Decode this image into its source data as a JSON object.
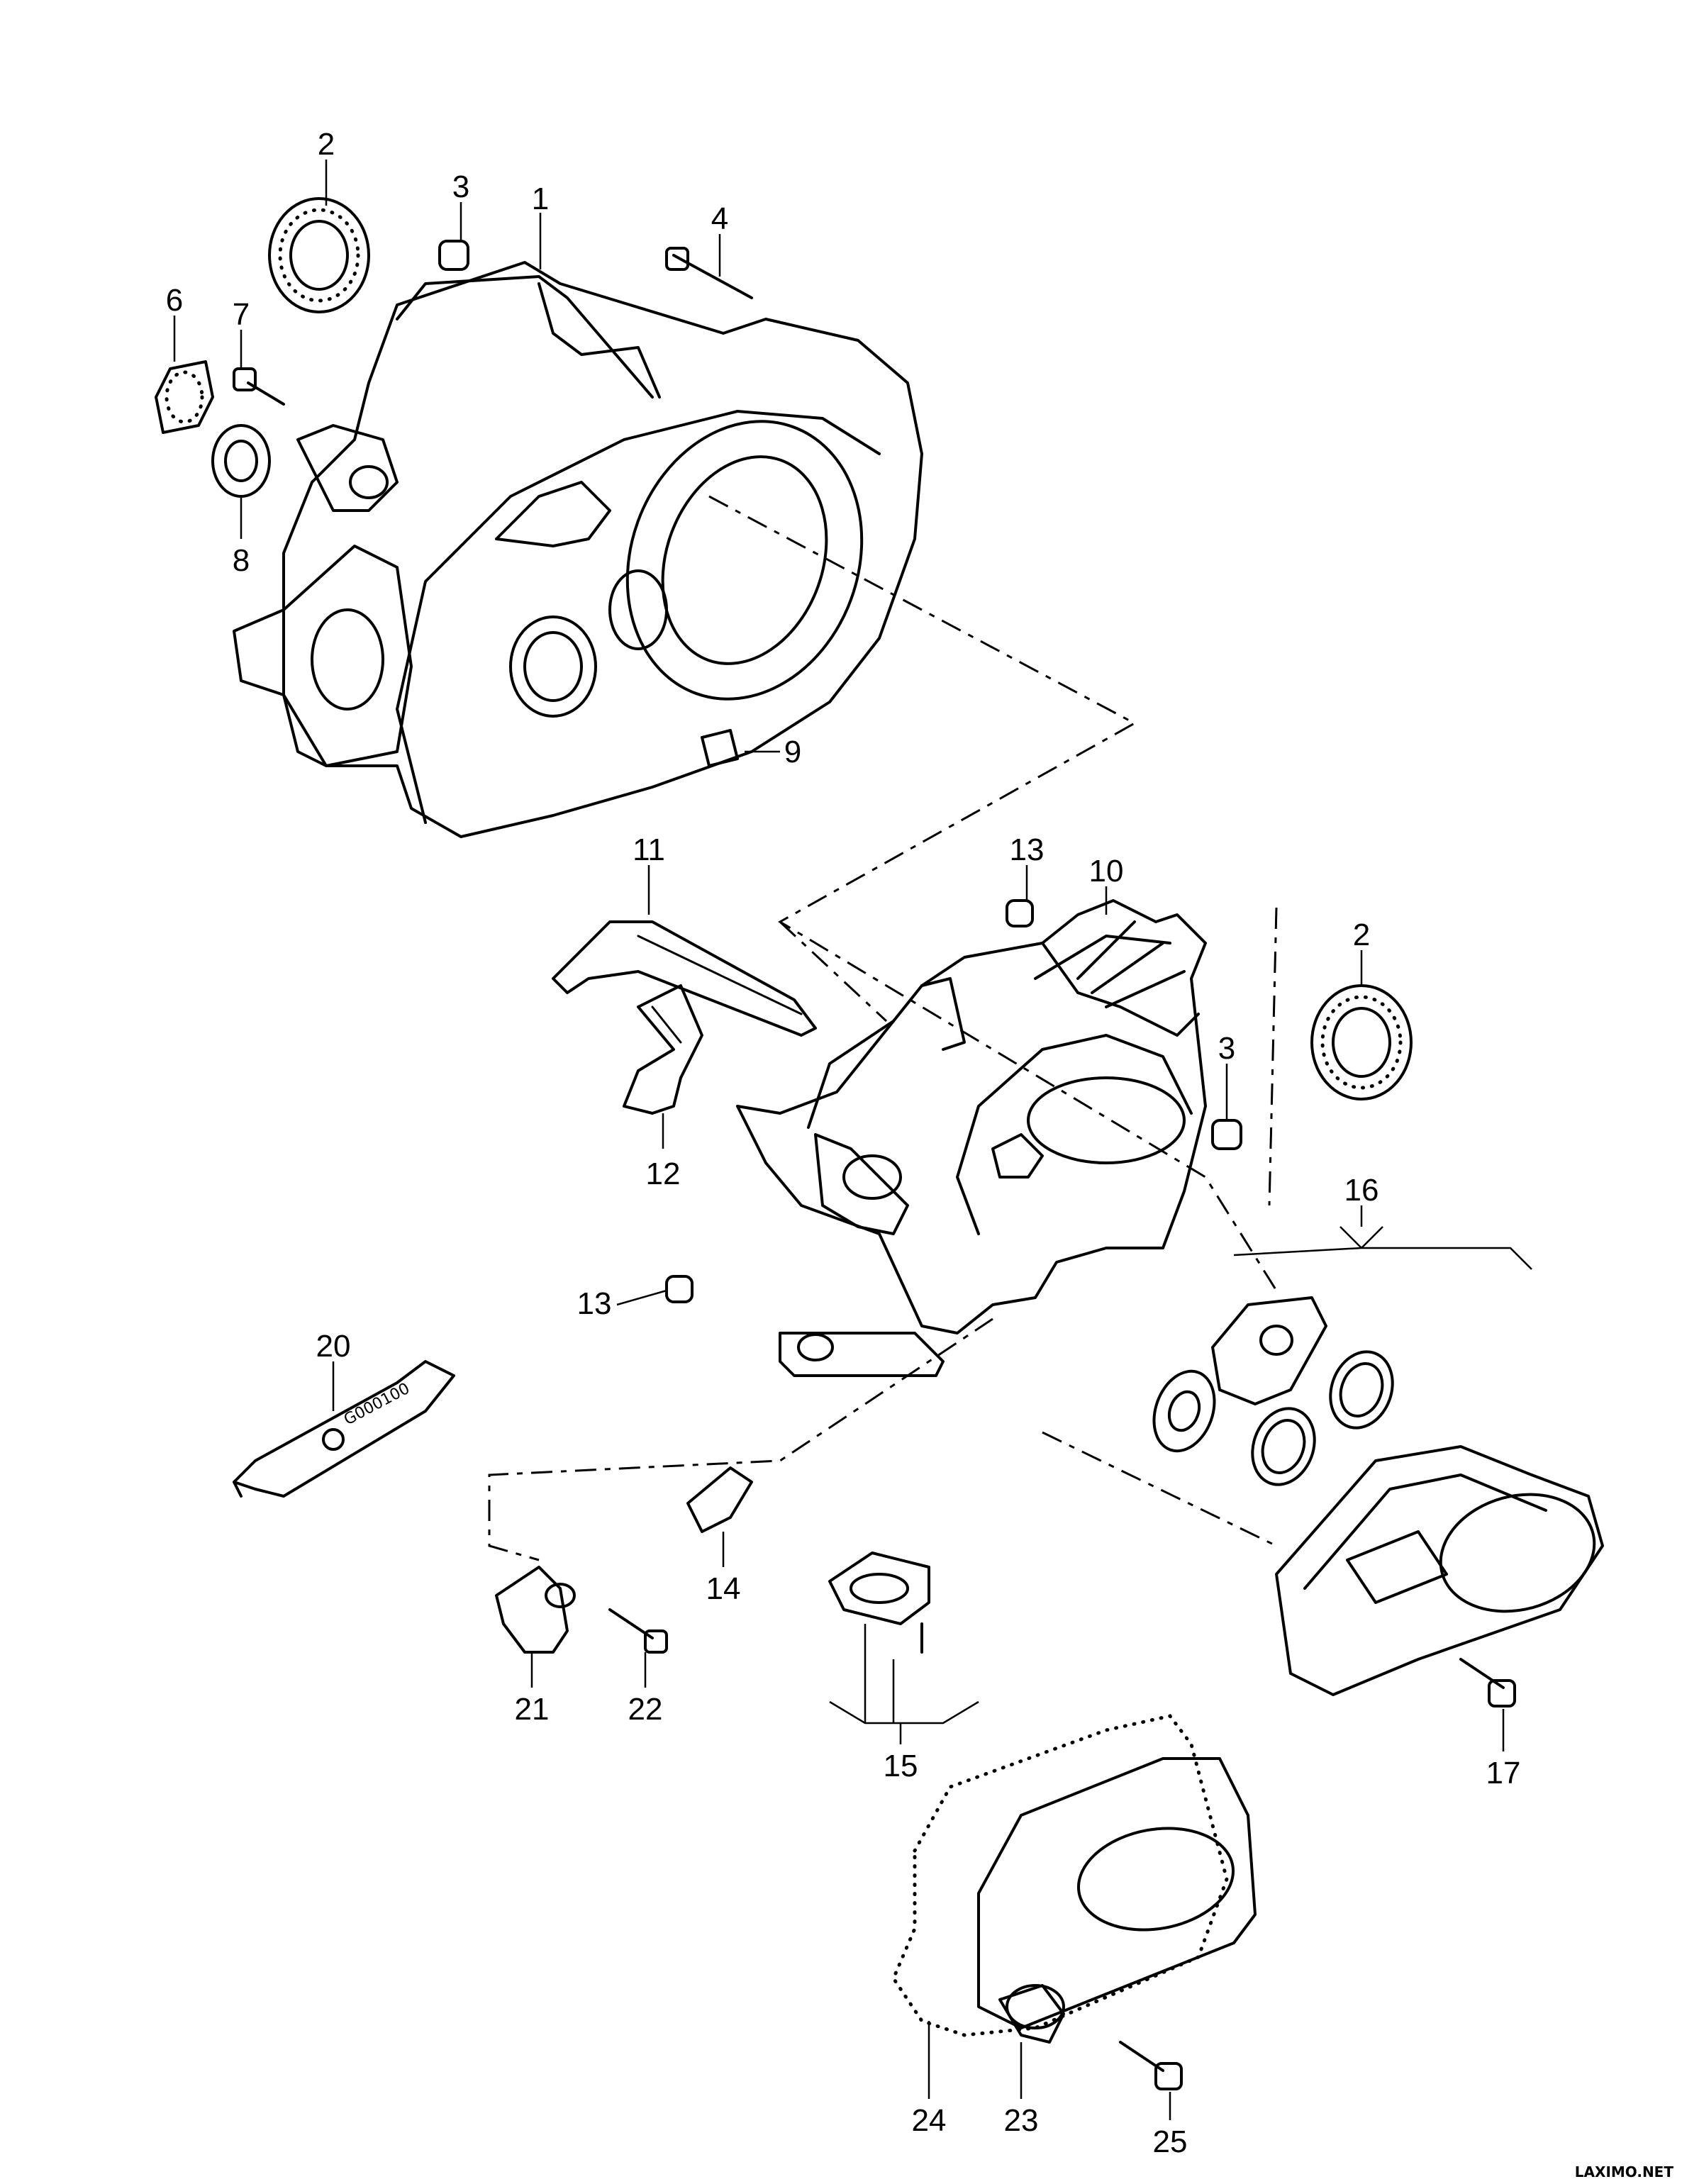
{
  "diagram": {
    "title": "Gearbox housing exploded view",
    "labels": [
      "1",
      "2",
      "3",
      "4",
      "6",
      "7",
      "8",
      "9",
      "11",
      "13",
      "10",
      "2",
      "3",
      "16",
      "12",
      "13",
      "20",
      "14",
      "21",
      "22",
      "15",
      "17",
      "24",
      "23",
      "25"
    ],
    "tube_text": "G000100",
    "watermark": "LAXIMO.NET"
  }
}
